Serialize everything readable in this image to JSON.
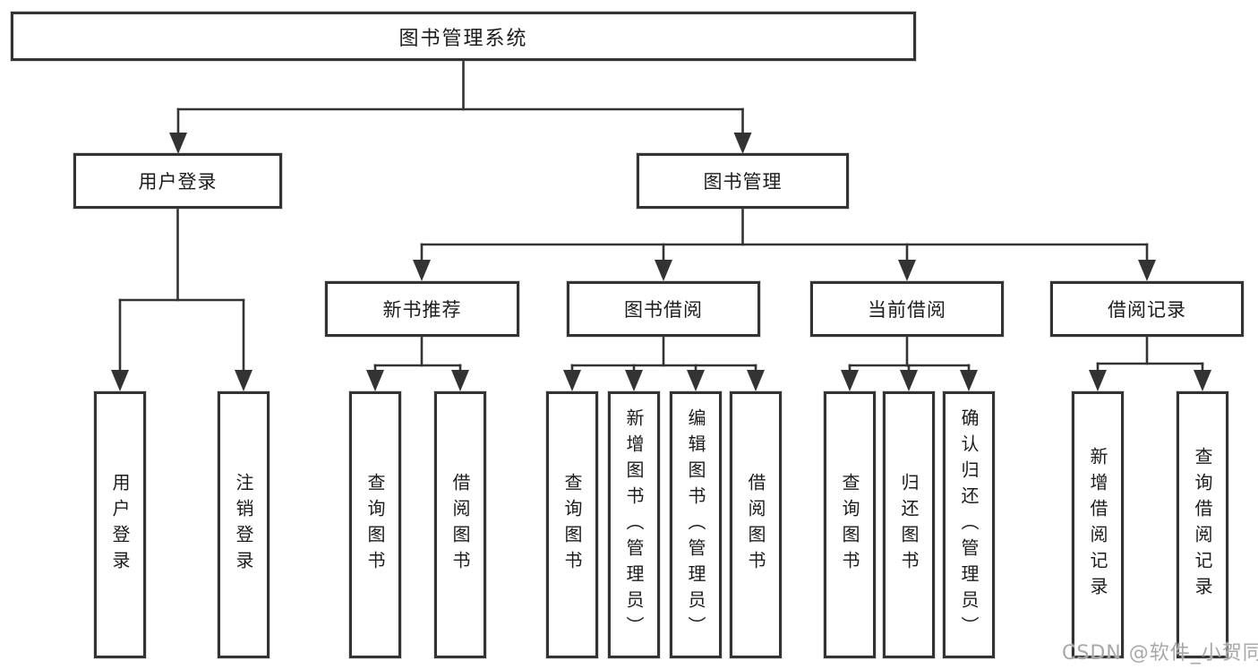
{
  "page": {
    "background": "#ffffff",
    "colors": {
      "line": "#333333",
      "text": "#1c1c1c",
      "watermark": "#a8a8a8"
    },
    "watermark": "CSDN @软件_小贺同学"
  },
  "diagram": {
    "root": {
      "label": "图书管理系统"
    },
    "level2": [
      {
        "label": "用户登录"
      },
      {
        "label": "图书管理"
      }
    ],
    "level3": [
      {
        "label": "新书推荐"
      },
      {
        "label": "图书借阅"
      },
      {
        "label": "当前借阅"
      },
      {
        "label": "借阅记录"
      }
    ],
    "leaf_groups": {
      "user_login": [
        "用户登录",
        "注销登录"
      ],
      "new_book_recommend": [
        "查询图书",
        "借阅图书"
      ],
      "book_borrow": [
        "查询图书",
        "新增图书（管理员）",
        "编辑图书（管理员）",
        "借阅图书"
      ],
      "current_borrow": [
        "查询图书",
        "归还图书",
        "确认归还（管理员）"
      ],
      "borrow_records": [
        "新增借阅记录",
        "查询借阅记录"
      ]
    }
  }
}
